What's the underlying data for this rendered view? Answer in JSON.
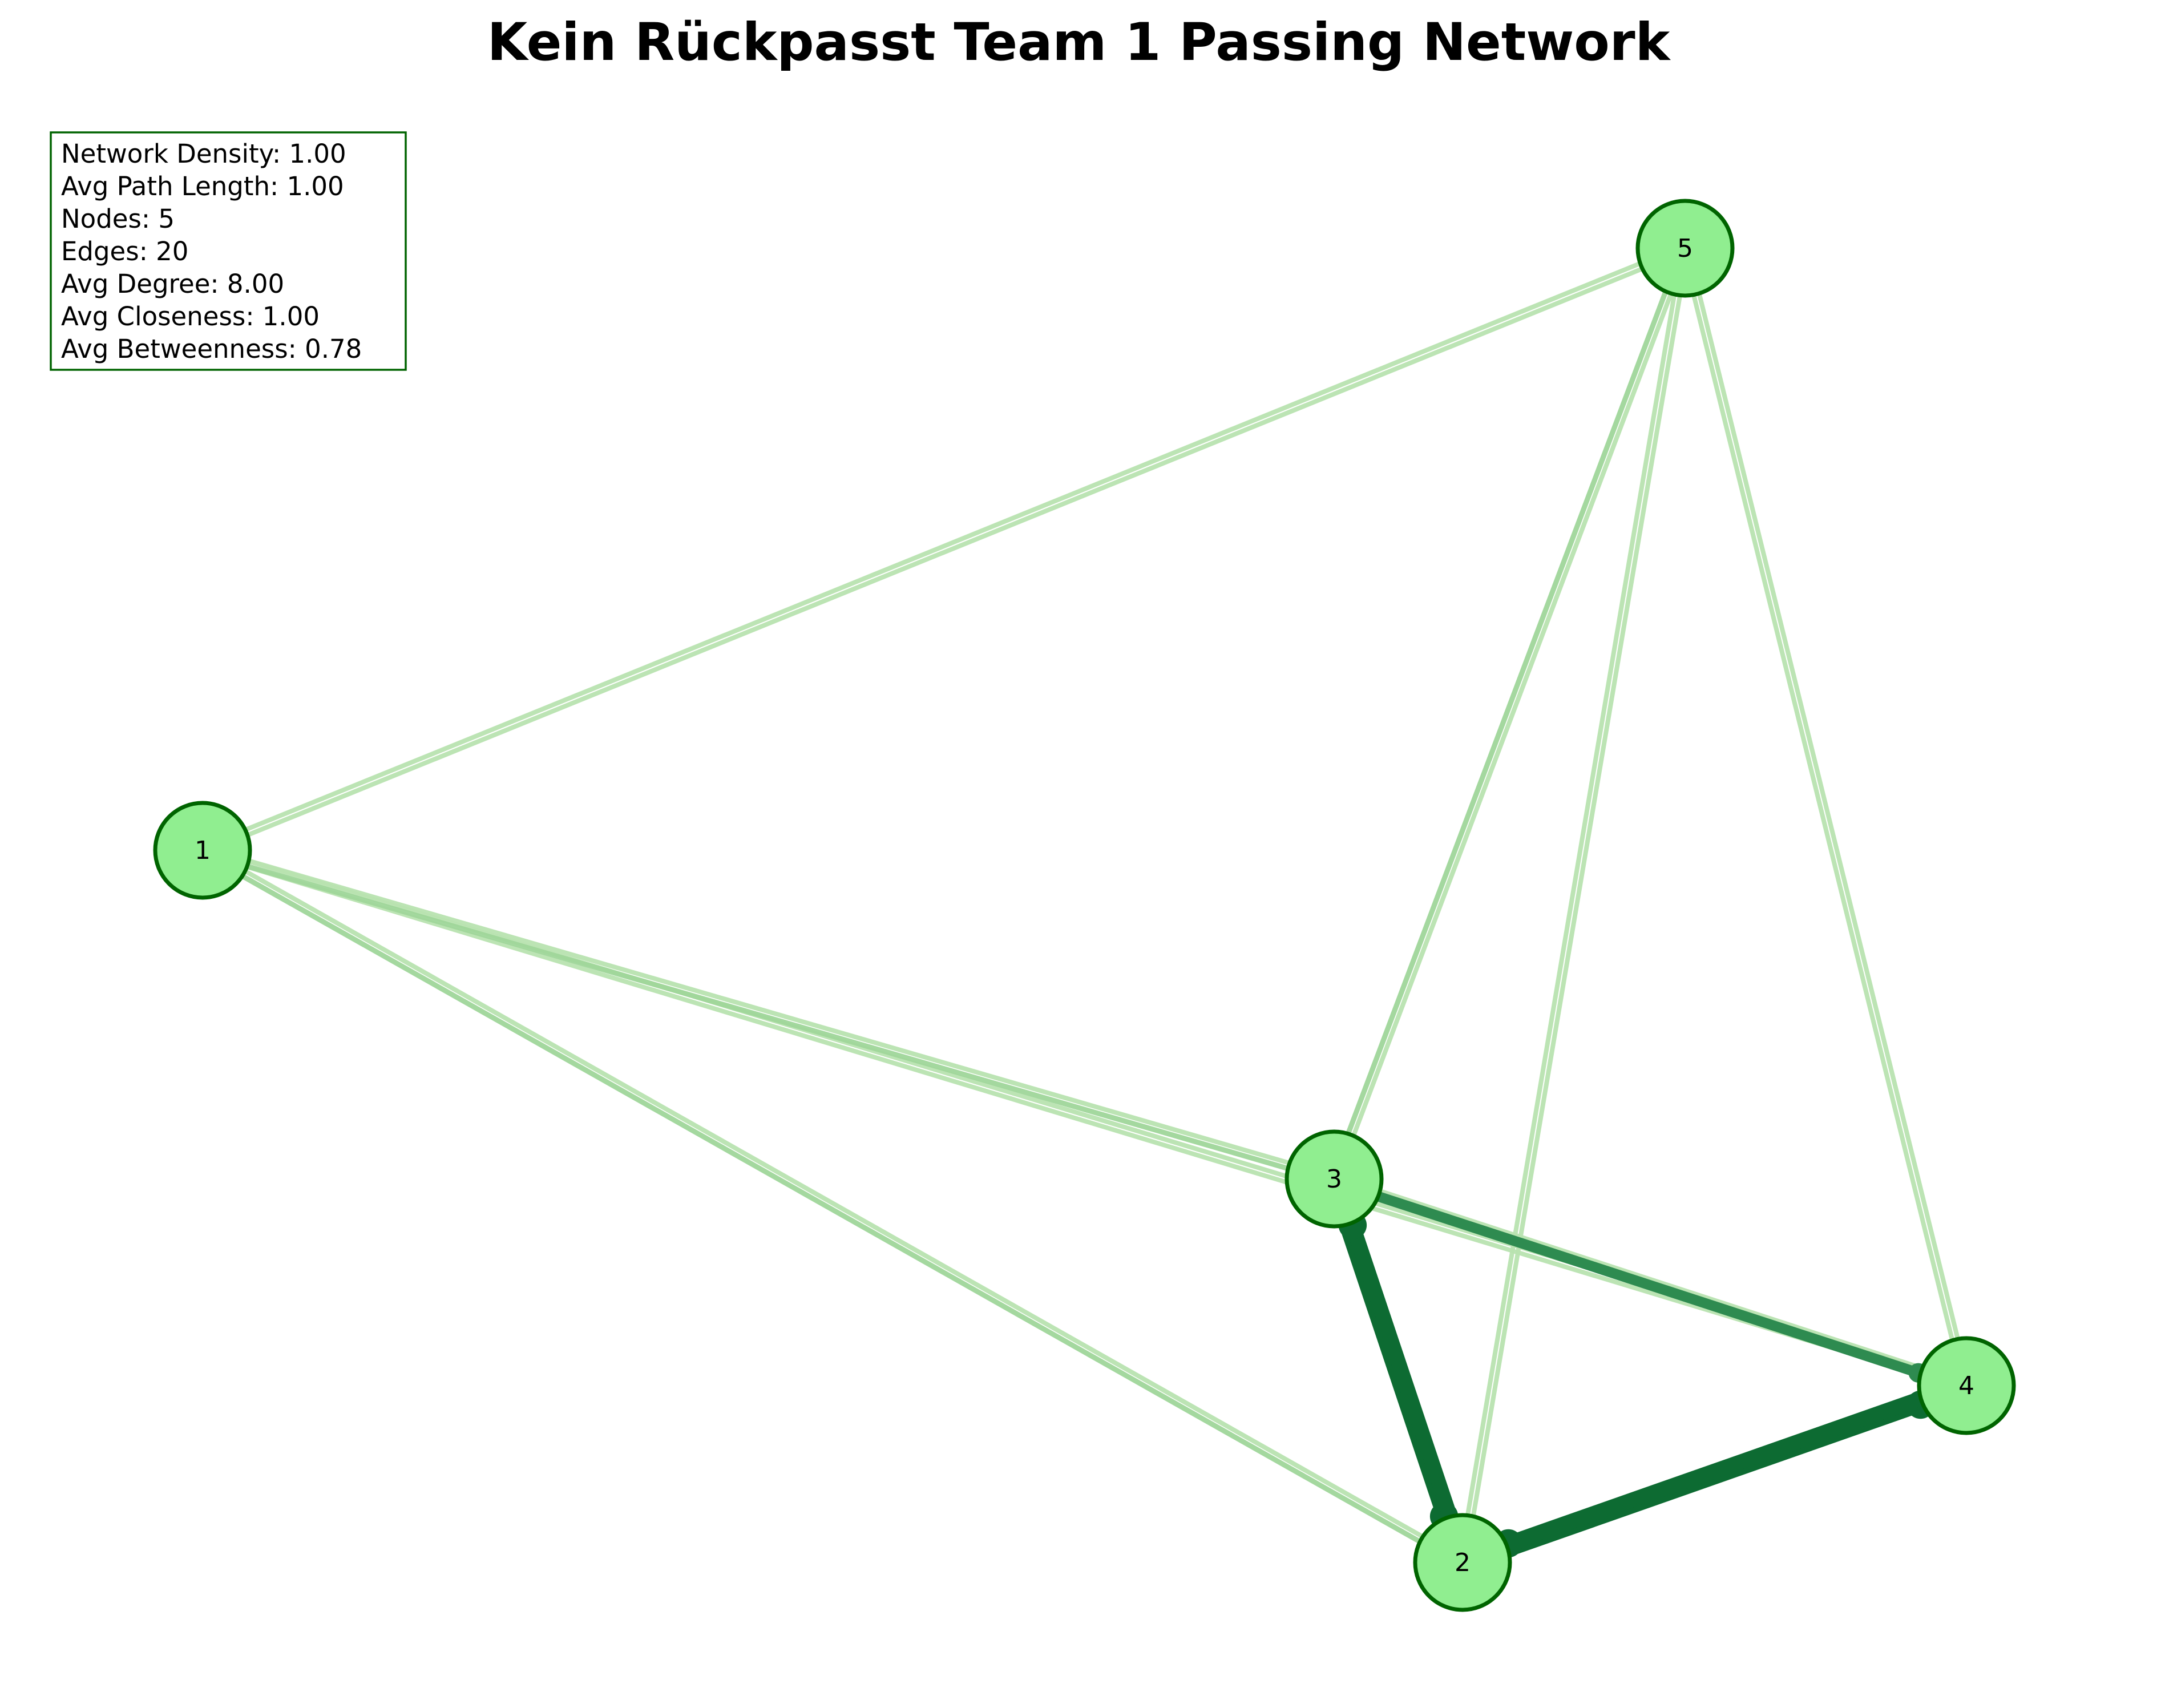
{
  "title": "Kein Rückpasst Team 1 Passing Network",
  "stats": [
    "Network Density: 1.00",
    "Avg Path Length: 1.00",
    "Nodes: 5",
    "Edges: 20",
    "Avg Degree: 8.00",
    "Avg Closeness: 1.00",
    "Avg Betweenness: 0.78"
  ],
  "colors": {
    "node_fill": "#90ee90",
    "node_stroke": "#006400",
    "edge_light": "#b8e3b0",
    "edge_mid": "#9fd69a",
    "edge_dark": "#0d6b32",
    "edge_darker": "#2e8b50",
    "stats_border": "#006400"
  },
  "network": {
    "nodes": [
      {
        "id": "1",
        "label": "1"
      },
      {
        "id": "2",
        "label": "2"
      },
      {
        "id": "3",
        "label": "3"
      },
      {
        "id": "4",
        "label": "4"
      },
      {
        "id": "5",
        "label": "5"
      }
    ],
    "edges": [
      {
        "from": "1",
        "to": "5",
        "tone": "light"
      },
      {
        "from": "5",
        "to": "1",
        "tone": "light"
      },
      {
        "from": "1",
        "to": "3",
        "tone": "mid"
      },
      {
        "from": "3",
        "to": "1",
        "tone": "light"
      },
      {
        "from": "1",
        "to": "2",
        "tone": "mid"
      },
      {
        "from": "2",
        "to": "1",
        "tone": "light"
      },
      {
        "from": "5",
        "to": "3",
        "tone": "mid"
      },
      {
        "from": "3",
        "to": "5",
        "tone": "light"
      },
      {
        "from": "5",
        "to": "2",
        "tone": "light"
      },
      {
        "from": "2",
        "to": "5",
        "tone": "light"
      },
      {
        "from": "5",
        "to": "4",
        "tone": "light"
      },
      {
        "from": "4",
        "to": "5",
        "tone": "light"
      },
      {
        "from": "3",
        "to": "4",
        "tone": "darker"
      },
      {
        "from": "4",
        "to": "3",
        "tone": "light"
      },
      {
        "from": "3",
        "to": "2",
        "tone": "dark"
      },
      {
        "from": "2",
        "to": "3",
        "tone": "dark"
      },
      {
        "from": "2",
        "to": "4",
        "tone": "dark"
      },
      {
        "from": "4",
        "to": "2",
        "tone": "dark"
      },
      {
        "from": "4",
        "to": "1",
        "tone": "light"
      },
      {
        "from": "1",
        "to": "4",
        "tone": "light"
      }
    ]
  }
}
